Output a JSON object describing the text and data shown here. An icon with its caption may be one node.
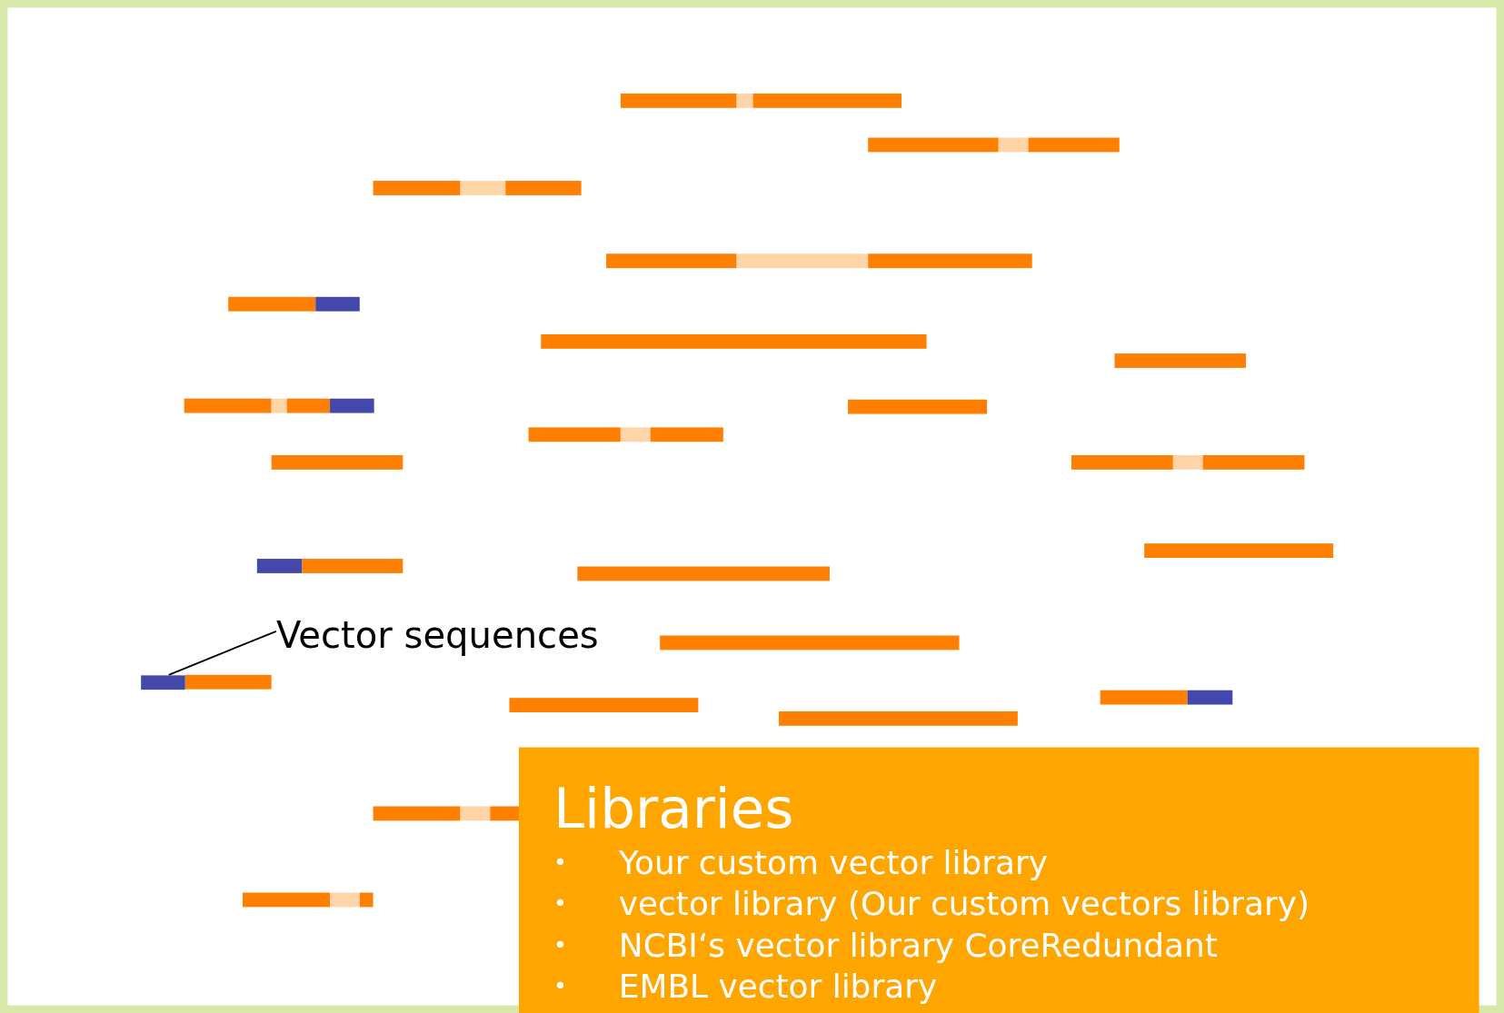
{
  "diagram": {
    "nodes": [
      {
        "text": [
          "Vector sequences"
        ]
      },
      {
        "text": [],
        "shape": "bar"
      },
      {
        "text": [
          "Libraries",
          "Your custom vector library",
          "vector library (Our custom vectors library)",
          "NCBI‘s vector library CoreRedundant",
          "EMBL vector library"
        ]
      }
    ],
    "labels": [
      "•",
      "•",
      "•",
      "•"
    ],
    "edges": [
      {
        "from": 0,
        "to": 1,
        "arrow": "none"
      }
    ]
  }
}
